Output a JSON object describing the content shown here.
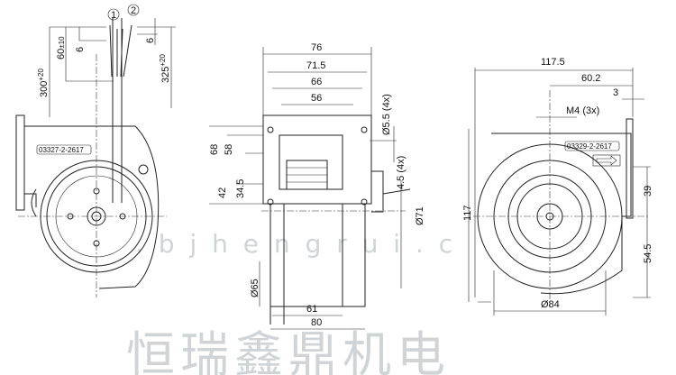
{
  "watermark": {
    "chinese": "恒瑞鑫鼎机电",
    "url": ". b j h e n g r u i . c"
  },
  "left_view": {
    "callouts": [
      "1",
      "2"
    ],
    "label_plate": "03327-2-2617",
    "dims": {
      "wire_300": "300",
      "wire_300_tol": "+20",
      "strip_60": "60",
      "strip_60_tol": "±10",
      "strip_6a": "6",
      "strip_6b": "6",
      "wire_325": "325",
      "wire_325_tol": "+20"
    }
  },
  "middle_view": {
    "dims": {
      "w76": "76",
      "w71_5": "71.5",
      "w66": "66",
      "w56": "56",
      "h68": "68",
      "h58": "58",
      "h42": "42",
      "h34_5": "34.5",
      "hole_5_5": "Ø5.5 (4x)",
      "hole_4_5": "4.5 (4x)",
      "d65": "Ø65",
      "d71": "Ø71",
      "w61": "61",
      "w80": "80"
    }
  },
  "right_view": {
    "label_plate": "03329-2-2617",
    "dims": {
      "w117_5": "117.5",
      "w60_2": "60.2",
      "w3": "3",
      "m4": "M4 (3x)",
      "h117": "117",
      "h39": "39",
      "h54_5": "54.5",
      "d84": "Ø84"
    }
  }
}
